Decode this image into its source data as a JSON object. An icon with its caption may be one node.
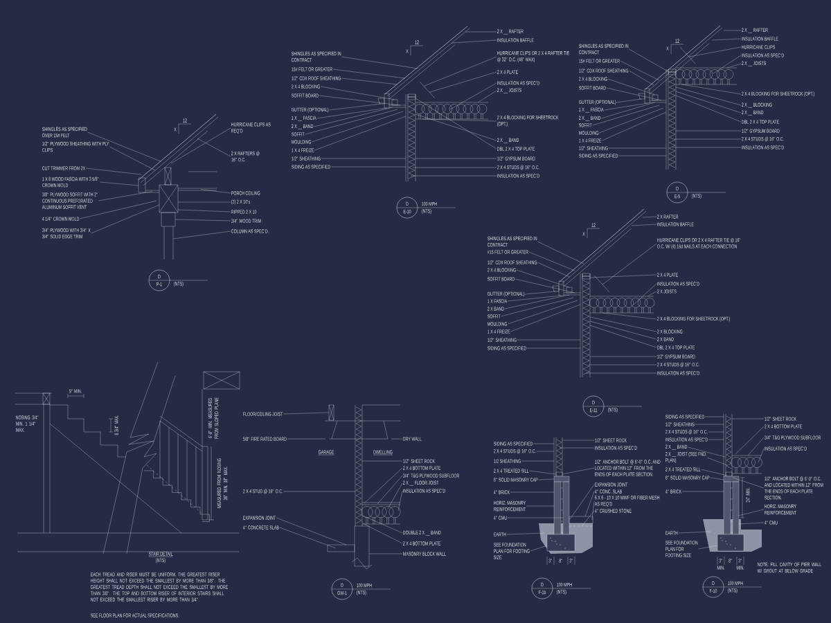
{
  "diagram": {
    "nodes": [
      {
        "text": [
          "SHINGLES AS SPECIFIED OVER 15# FELT"
        ]
      },
      {
        "text": [
          "1/2\" PLYWOOD SHEATHING WITH PLY CLIPS"
        ]
      },
      {
        "text": [
          "CUT TRIMMER FROM 2X"
        ]
      },
      {
        "text": [
          "1 X 8 WOOD FASCIA WITH 3 5/8\" CROWN MOLD"
        ]
      },
      {
        "text": [
          "3/8\" PLYWOOD SOFFIT WITH 2\" CONTINUOUS PREFORATED ALUMINUM SOFFIT VENT"
        ]
      },
      {
        "text": [
          "4 1/4\" CROWN MOLD"
        ]
      },
      {
        "text": [
          "3/4\" PLYWOOD WITH 3/4\" X 3/4\" SOLID EDGE TRIM"
        ]
      },
      {
        "text": [
          "HURRICANE CLIPS AS REQ'D"
        ]
      },
      {
        "text": [
          "2 X RAFTERS @ 16\" O.C."
        ]
      },
      {
        "text": [
          "PORCH CEILING"
        ]
      },
      {
        "text": [
          "(2) 2 X 10's"
        ]
      },
      {
        "text": [
          "RIPPED 2 X 10"
        ]
      },
      {
        "text": [
          "3/4\" WOOD TRIM"
        ]
      },
      {
        "text": [
          "COLUMN AS SPEC'D."
        ]
      },
      {
        "text": [
          "SHINGLES AS SPECIFIED IN CONTRACT"
        ]
      },
      {
        "text": [
          "15# FELT OR GREATER"
        ]
      },
      {
        "text": [
          "1/2\" CDX ROOF SHEATHING"
        ]
      },
      {
        "text": [
          "2 X 4 BLOCKING"
        ]
      },
      {
        "text": [
          "SOFFIT BOARD"
        ]
      },
      {
        "text": [
          "GUTTER (OPTIONAL)"
        ]
      },
      {
        "text": [
          "1 X __ FASCIA"
        ]
      },
      {
        "text": [
          "2 X __ BAND"
        ]
      },
      {
        "text": [
          "SOFFIT"
        ]
      },
      {
        "text": [
          "MOULDING"
        ]
      },
      {
        "text": [
          "1 X 4 FREIZE"
        ]
      },
      {
        "text": [
          "1/2\" SHEATHING"
        ]
      },
      {
        "text": [
          "SIDING AS SPECIFIED"
        ]
      },
      {
        "text": [
          "2 X __ RAFTER"
        ]
      },
      {
        "text": [
          "INSULATION BAFFLE"
        ]
      },
      {
        "text": [
          "HURRICANE CLIPS OR 2 X 4 RAFTER TIE @ 32\" O.C. (48\" MAX)"
        ]
      },
      {
        "text": [
          "2 X 4 PLATE"
        ]
      },
      {
        "text": [
          "INSULATION AS SPEC'D"
        ]
      },
      {
        "text": [
          "2 X __ JOISTS"
        ]
      },
      {
        "text": [
          "2 X 4 BLOCKING FOR SHEETROCK (OPT.)"
        ]
      },
      {
        "text": [
          "2 X __ BAND"
        ]
      },
      {
        "text": [
          "DBL 2 X 4 TOP PLATE"
        ]
      },
      {
        "text": [
          "1/2\" GYPSUM BOARD"
        ]
      },
      {
        "text": [
          "2 X 4 STUDS @ 16\" O.C."
        ]
      },
      {
        "text": [
          "INSULATION AS SPEC'D"
        ]
      },
      {
        "text": [
          "SHINGLES AS SPECIFIED IN CONTRACT"
        ]
      },
      {
        "text": [
          "15# FELT OR GREATER"
        ]
      },
      {
        "text": [
          "1/2\" CDX ROOF SHEATHING"
        ]
      },
      {
        "text": [
          "2 X 4 BLOCKING"
        ]
      },
      {
        "text": [
          "SOFFIT BOARD"
        ]
      },
      {
        "text": [
          "GUTTER (OPTIONAL)"
        ]
      },
      {
        "text": [
          "1 X __ FASCIA"
        ]
      },
      {
        "text": [
          "2 X __ BAND"
        ]
      },
      {
        "text": [
          "SOFFIT"
        ]
      },
      {
        "text": [
          "MOULDING"
        ]
      },
      {
        "text": [
          "1 X 4 FREIZE"
        ]
      },
      {
        "text": [
          "1/2\" SHEATHING"
        ]
      },
      {
        "text": [
          "SIDING AS SPECIFIED"
        ]
      },
      {
        "text": [
          "2 X __ RAFTER"
        ]
      },
      {
        "text": [
          "INSULATION BAFFLE"
        ]
      },
      {
        "text": [
          "HURRICANE CLIPS"
        ]
      },
      {
        "text": [
          "INSULATION AS SPEC'D"
        ]
      },
      {
        "text": [
          "2 X __ JOISTS"
        ]
      },
      {
        "text": [
          "2 X 4 BLOCKING FOR SHEETROCK (OPT.)"
        ]
      },
      {
        "text": [
          "2 X __ BLOCKING"
        ]
      },
      {
        "text": [
          "2 X __ BAND"
        ]
      },
      {
        "text": [
          "DBL 2 X 4 TOP PLATE"
        ]
      },
      {
        "text": [
          "1/2\" GYPSUM BOARD"
        ]
      },
      {
        "text": [
          "2 X 4 STUDS @ 16\" O.C."
        ]
      },
      {
        "text": [
          "INSULATION AS SPEC'D"
        ]
      },
      {
        "text": [
          "SHINGLES AS SPECIFIED IN CONTRACT"
        ]
      },
      {
        "text": [
          "#15 FELT OR GREATER"
        ]
      },
      {
        "text": [
          "1/2\" CDX ROOF SHEATHING"
        ]
      },
      {
        "text": [
          "2 X 4 BLOCKING"
        ]
      },
      {
        "text": [
          "SOFFIT BOARD"
        ]
      },
      {
        "text": [
          "GUTTER (OPTIONAL)"
        ]
      },
      {
        "text": [
          "1 X FASCIA"
        ]
      },
      {
        "text": [
          "2 X BAND"
        ]
      },
      {
        "text": [
          "SOFFIT"
        ]
      },
      {
        "text": [
          "MOULDING"
        ]
      },
      {
        "text": [
          "1 X 4 FREIZE"
        ]
      },
      {
        "text": [
          "1/2\" SHEATHING"
        ]
      },
      {
        "text": [
          "SIDING AS SPECIFIED"
        ]
      },
      {
        "text": [
          "2 X RAFTER"
        ]
      },
      {
        "text": [
          "INSULATION BAFFLE"
        ]
      },
      {
        "text": [
          "HURRICANE CLIPS OR 2 X 4 RAFTER TIE @ 16\" O.C. W/ (4) 16d NAILS AT EACH CONNECTION"
        ]
      },
      {
        "text": [
          "2 X 4 PLATE"
        ]
      },
      {
        "text": [
          "INSULATION AS SPEC'D"
        ]
      },
      {
        "text": [
          "2 X JOISTS"
        ]
      },
      {
        "text": [
          "2 X 4 BLOCKING FOR SHEETROCK (OPT.)"
        ]
      },
      {
        "text": [
          "2 X BLOCKING"
        ]
      },
      {
        "text": [
          "2 X BAND"
        ]
      },
      {
        "text": [
          "DBL 2 X 4 TOP PLATE"
        ]
      },
      {
        "text": [
          "1/2\" GYPSUM BOARD"
        ]
      },
      {
        "text": [
          "2 X 4 STUDS @ 16\" O.C."
        ]
      },
      {
        "text": [
          "INSULATION AS SPEC'D"
        ]
      },
      {
        "text": [
          "FLOOR/CEILING JOIST"
        ]
      },
      {
        "text": [
          "5/8\" FIRE RATED BOARD"
        ]
      },
      {
        "text": [
          "2 X 4 STUD @ 16\" O.C."
        ]
      },
      {
        "text": [
          "EXPANSION JOINT"
        ]
      },
      {
        "text": [
          "4\" CONCRETE SLAB"
        ]
      },
      {
        "text": [
          "DRY WALL"
        ]
      },
      {
        "text": [
          "1/2\" SHEET ROCK"
        ]
      },
      {
        "text": [
          "2 X 4 BOTTOM PLATE"
        ]
      },
      {
        "text": [
          "3/4\" T&G PLYWOOD SUBFLOOR"
        ]
      },
      {
        "text": [
          "2 X __ FLOOR JOIST"
        ]
      },
      {
        "text": [
          "INSULATION AS SPEC'D"
        ]
      },
      {
        "text": [
          "DOUBLE 2 X __ BAND"
        ]
      },
      {
        "text": [
          "2 X 4 BOTTOM PLATE"
        ]
      },
      {
        "text": [
          "MASONRY BLOCK WALL"
        ]
      },
      {
        "text": [
          "SIDING AS SPECIFIED"
        ]
      },
      {
        "text": [
          "2 X 4 STUDS @ 16\" O.C."
        ]
      },
      {
        "text": [
          "1/2 SHEATHING"
        ]
      },
      {
        "text": [
          "2 X 4 TREATED SILL"
        ]
      },
      {
        "text": [
          "8\" SOLID MASONRY CAP"
        ]
      },
      {
        "text": [
          "4\" BRICK"
        ]
      },
      {
        "text": [
          "HORIZ. MASONRY REINFORCEMENT"
        ]
      },
      {
        "text": [
          "4\" CMU"
        ]
      },
      {
        "text": [
          "EARTH"
        ]
      },
      {
        "text": [
          "SEE FOUNDATION PLAN FOR FOOTING SIZE"
        ]
      },
      {
        "text": [
          "1/2\" SHEET ROCK"
        ]
      },
      {
        "text": [
          "INSULATION AS SPEC'D"
        ]
      },
      {
        "text": [
          "1/2\" ANCHOR BOLT @ 6'-0\" O.C. AND LOCATED WITHIN 12\" FROM THE ENDS OF EACH PLATE SECTION."
        ]
      },
      {
        "text": [
          "EXPANSION JOINT"
        ]
      },
      {
        "text": [
          "4\" CONC. SLAB"
        ]
      },
      {
        "text": [
          "6 X 6 - 10 X 10 WWF OR FIBER MESH AS REQ'D"
        ]
      },
      {
        "text": [
          "4\" CRUSHED STONE"
        ]
      },
      {
        "text": [
          "SIDING AS SPECIFIED"
        ]
      },
      {
        "text": [
          "1/2\" SHEATHING"
        ]
      },
      {
        "text": [
          "2 X 4 STUDS @ 16\" O.C."
        ]
      },
      {
        "text": [
          "INSULATION AS SPEC'D"
        ]
      },
      {
        "text": [
          "2 X __ BAND"
        ]
      },
      {
        "text": [
          "2 X __ JOIST (SEE FND. PLAN)"
        ]
      },
      {
        "text": [
          "2 X 4 TREATED SILL"
        ]
      },
      {
        "text": [
          "8\" SOLID MASONRY CAP"
        ]
      },
      {
        "text": [
          "4\" BRICK"
        ]
      },
      {
        "text": [
          "EARTH"
        ]
      },
      {
        "text": [
          "SEE FOUNDATION PLAN FOR FOOTING SIZE"
        ]
      },
      {
        "text": [
          "1/2\" SHEET ROCK"
        ]
      },
      {
        "text": [
          "2 X 4 BOTTOM PLATE"
        ]
      },
      {
        "text": [
          "3/4\" T&G PLYWOOD SUBFLOOR"
        ]
      },
      {
        "text": [
          "INSULATION AS SPEC'D"
        ]
      },
      {
        "text": [
          "1/2\" ANCHOR BOLT @ 6'-0\" O.C. AND LOCATED WITHIN 12\" FROM THE ENDS OF EACH PLATE SECTION."
        ]
      },
      {
        "text": [
          "HORIZ. MASONRY REINFORCEMENT"
        ]
      },
      {
        "text": [
          "4\" CMU"
        ]
      },
      {
        "text": [
          "D",
          "P-1"
        ],
        "beside": [
          "(NTS)"
        ]
      },
      {
        "text": [
          "D",
          "E-10"
        ],
        "beside": [
          "100 MPH",
          "(NTS)"
        ]
      },
      {
        "text": [
          "D",
          "E-5"
        ],
        "beside": [
          "(NTS)"
        ]
      },
      {
        "text": [
          "D",
          "E-11"
        ],
        "beside": [
          "(NTS)"
        ]
      },
      {
        "text": [
          "D",
          "GW-1"
        ],
        "beside": [
          "100 MPH",
          "(NTS)"
        ]
      },
      {
        "text": [
          "D",
          "F-1b"
        ],
        "beside": [
          "100 MPH",
          "(NTS)"
        ]
      },
      {
        "text": [
          "D",
          "F-10"
        ],
        "beside": [
          "100 MPH",
          "(NTS)"
        ]
      },
      {
        "text": [],
        "shape": "picture"
      },
      {
        "text": [],
        "shape": "picture"
      },
      {
        "text": [],
        "shape": "picture"
      },
      {
        "text": [],
        "shape": "picture"
      },
      {
        "text": [],
        "shape": "picture"
      },
      {
        "text": [],
        "shape": "picture"
      },
      {
        "text": [],
        "shape": "picture"
      }
    ],
    "edges": [
      {
        "from": 0,
        "to": 146,
        "arrow": "none"
      },
      {
        "from": 1,
        "to": 146,
        "arrow": "none"
      },
      {
        "from": 2,
        "to": 146,
        "arrow": "none"
      },
      {
        "from": 3,
        "to": 146,
        "arrow": "none"
      },
      {
        "from": 4,
        "to": 146,
        "arrow": "none"
      },
      {
        "from": 5,
        "to": 146,
        "arrow": "none"
      },
      {
        "from": 6,
        "to": 146,
        "arrow": "none"
      },
      {
        "from": 7,
        "to": 146,
        "arrow": "none"
      },
      {
        "from": 8,
        "to": 146,
        "arrow": "none"
      },
      {
        "from": 9,
        "to": 146,
        "arrow": "none"
      },
      {
        "from": 10,
        "to": 146,
        "arrow": "none"
      },
      {
        "from": 11,
        "to": 146,
        "arrow": "none"
      },
      {
        "from": 12,
        "to": 146,
        "arrow": "none"
      },
      {
        "from": 13,
        "to": 146,
        "arrow": "none"
      },
      {
        "from": 14,
        "to": 147,
        "arrow": "none"
      },
      {
        "from": 15,
        "to": 147,
        "arrow": "none"
      },
      {
        "from": 16,
        "to": 147,
        "arrow": "none"
      },
      {
        "from": 17,
        "to": 147,
        "arrow": "none"
      },
      {
        "from": 18,
        "to": 147,
        "arrow": "none"
      },
      {
        "from": 19,
        "to": 147,
        "arrow": "none"
      },
      {
        "from": 20,
        "to": 147,
        "arrow": "none"
      },
      {
        "from": 21,
        "to": 147,
        "arrow": "none"
      },
      {
        "from": 22,
        "to": 147,
        "arrow": "none"
      },
      {
        "from": 23,
        "to": 147,
        "arrow": "none"
      },
      {
        "from": 24,
        "to": 147,
        "arrow": "none"
      },
      {
        "from": 25,
        "to": 147,
        "arrow": "none"
      },
      {
        "from": 26,
        "to": 147,
        "arrow": "none"
      },
      {
        "from": 27,
        "to": 147,
        "arrow": "none"
      },
      {
        "from": 28,
        "to": 147,
        "arrow": "none"
      },
      {
        "from": 29,
        "to": 147,
        "arrow": "none"
      },
      {
        "from": 30,
        "to": 147,
        "arrow": "none"
      },
      {
        "from": 31,
        "to": 147,
        "arrow": "none"
      },
      {
        "from": 32,
        "to": 147,
        "arrow": "none"
      },
      {
        "from": 33,
        "to": 147,
        "arrow": "none"
      },
      {
        "from": 34,
        "to": 147,
        "arrow": "none"
      },
      {
        "from": 35,
        "to": 147,
        "arrow": "none"
      },
      {
        "from": 36,
        "to": 147,
        "arrow": "none"
      },
      {
        "from": 37,
        "to": 147,
        "arrow": "none"
      },
      {
        "from": 38,
        "to": 147,
        "arrow": "none"
      },
      {
        "from": 39,
        "to": 148,
        "arrow": "none"
      },
      {
        "from": 40,
        "to": 148,
        "arrow": "none"
      },
      {
        "from": 41,
        "to": 148,
        "arrow": "none"
      },
      {
        "from": 42,
        "to": 148,
        "arrow": "none"
      },
      {
        "from": 43,
        "to": 148,
        "arrow": "none"
      },
      {
        "from": 44,
        "to": 148,
        "arrow": "none"
      },
      {
        "from": 45,
        "to": 148,
        "arrow": "none"
      },
      {
        "from": 46,
        "to": 148,
        "arrow": "none"
      },
      {
        "from": 47,
        "to": 148,
        "arrow": "none"
      },
      {
        "from": 48,
        "to": 148,
        "arrow": "none"
      },
      {
        "from": 49,
        "to": 148,
        "arrow": "none"
      },
      {
        "from": 50,
        "to": 148,
        "arrow": "none"
      },
      {
        "from": 51,
        "to": 148,
        "arrow": "none"
      },
      {
        "from": 52,
        "to": 148,
        "arrow": "none"
      },
      {
        "from": 53,
        "to": 148,
        "arrow": "none"
      },
      {
        "from": 54,
        "to": 148,
        "arrow": "none"
      },
      {
        "from": 55,
        "to": 148,
        "arrow": "none"
      },
      {
        "from": 56,
        "to": 148,
        "arrow": "none"
      },
      {
        "from": 57,
        "to": 148,
        "arrow": "none"
      },
      {
        "from": 58,
        "to": 148,
        "arrow": "none"
      },
      {
        "from": 59,
        "to": 148,
        "arrow": "none"
      },
      {
        "from": 60,
        "to": 148,
        "arrow": "none"
      },
      {
        "from": 61,
        "to": 148,
        "arrow": "none"
      },
      {
        "from": 62,
        "to": 148,
        "arrow": "none"
      },
      {
        "from": 63,
        "to": 148,
        "arrow": "none"
      },
      {
        "from": 64,
        "to": 149,
        "arrow": "none"
      },
      {
        "from": 65,
        "to": 149,
        "arrow": "none"
      },
      {
        "from": 66,
        "to": 149,
        "arrow": "none"
      },
      {
        "from": 67,
        "to": 149,
        "arrow": "none"
      },
      {
        "from": 68,
        "to": 149,
        "arrow": "none"
      },
      {
        "from": 69,
        "to": 149,
        "arrow": "none"
      },
      {
        "from": 70,
        "to": 149,
        "arrow": "none"
      },
      {
        "from": 71,
        "to": 149,
        "arrow": "none"
      },
      {
        "from": 72,
        "to": 149,
        "arrow": "none"
      },
      {
        "from": 73,
        "to": 149,
        "arrow": "none"
      },
      {
        "from": 74,
        "to": 149,
        "arrow": "none"
      },
      {
        "from": 75,
        "to": 149,
        "arrow": "none"
      },
      {
        "from": 76,
        "to": 149,
        "arrow": "none"
      },
      {
        "from": 77,
        "to": 149,
        "arrow": "none"
      },
      {
        "from": 78,
        "to": 149,
        "arrow": "none"
      },
      {
        "from": 79,
        "to": 149,
        "arrow": "none"
      },
      {
        "from": 80,
        "to": 149,
        "arrow": "none"
      },
      {
        "from": 81,
        "to": 149,
        "arrow": "none"
      },
      {
        "from": 82,
        "to": 149,
        "arrow": "none"
      },
      {
        "from": 83,
        "to": 149,
        "arrow": "none"
      },
      {
        "from": 84,
        "to": 149,
        "arrow": "none"
      },
      {
        "from": 85,
        "to": 149,
        "arrow": "none"
      },
      {
        "from": 86,
        "to": 149,
        "arrow": "none"
      },
      {
        "from": 87,
        "to": 149,
        "arrow": "none"
      },
      {
        "from": 88,
        "to": 149,
        "arrow": "none"
      },
      {
        "from": 89,
        "to": 149,
        "arrow": "none"
      },
      {
        "from": 90,
        "to": 150,
        "arrow": "none"
      },
      {
        "from": 91,
        "to": 150,
        "arrow": "none"
      },
      {
        "from": 92,
        "to": 150,
        "arrow": "none"
      },
      {
        "from": 93,
        "to": 150,
        "arrow": "none"
      },
      {
        "from": 94,
        "to": 150,
        "arrow": "none"
      },
      {
        "from": 95,
        "to": 150,
        "arrow": "none"
      },
      {
        "from": 96,
        "to": 150,
        "arrow": "none"
      },
      {
        "from": 97,
        "to": 150,
        "arrow": "none"
      },
      {
        "from": 98,
        "to": 150,
        "arrow": "none"
      },
      {
        "from": 99,
        "to": 150,
        "arrow": "none"
      },
      {
        "from": 100,
        "to": 150,
        "arrow": "none"
      },
      {
        "from": 101,
        "to": 150,
        "arrow": "none"
      },
      {
        "from": 102,
        "to": 150,
        "arrow": "none"
      },
      {
        "from": 103,
        "to": 150,
        "arrow": "none"
      },
      {
        "from": 104,
        "to": 151,
        "arrow": "none"
      },
      {
        "from": 105,
        "to": 151,
        "arrow": "none"
      },
      {
        "from": 106,
        "to": 151,
        "arrow": "none"
      },
      {
        "from": 107,
        "to": 151,
        "arrow": "none"
      },
      {
        "from": 108,
        "to": 151,
        "arrow": "none"
      },
      {
        "from": 109,
        "to": 151,
        "arrow": "none"
      },
      {
        "from": 110,
        "to": 151,
        "arrow": "none"
      },
      {
        "from": 111,
        "to": 151,
        "arrow": "none"
      },
      {
        "from": 112,
        "to": 151,
        "arrow": "none"
      },
      {
        "from": 113,
        "to": 151,
        "arrow": "none"
      },
      {
        "from": 114,
        "to": 151,
        "arrow": "none"
      },
      {
        "from": 115,
        "to": 151,
        "arrow": "none"
      },
      {
        "from": 116,
        "to": 151,
        "arrow": "none"
      },
      {
        "from": 117,
        "to": 151,
        "arrow": "none"
      },
      {
        "from": 118,
        "to": 151,
        "arrow": "none"
      },
      {
        "from": 119,
        "to": 151,
        "arrow": "none"
      },
      {
        "from": 120,
        "to": 151,
        "arrow": "none"
      },
      {
        "from": 121,
        "to": 152,
        "arrow": "none"
      },
      {
        "from": 122,
        "to": 152,
        "arrow": "none"
      },
      {
        "from": 123,
        "to": 152,
        "arrow": "none"
      },
      {
        "from": 124,
        "to": 152,
        "arrow": "none"
      },
      {
        "from": 125,
        "to": 152,
        "arrow": "none"
      },
      {
        "from": 126,
        "to": 152,
        "arrow": "none"
      },
      {
        "from": 127,
        "to": 152,
        "arrow": "none"
      },
      {
        "from": 128,
        "to": 152,
        "arrow": "none"
      },
      {
        "from": 129,
        "to": 152,
        "arrow": "none"
      },
      {
        "from": 130,
        "to": 152,
        "arrow": "none"
      },
      {
        "from": 131,
        "to": 152,
        "arrow": "none"
      },
      {
        "from": 132,
        "to": 152,
        "arrow": "none"
      },
      {
        "from": 133,
        "to": 152,
        "arrow": "none"
      },
      {
        "from": 134,
        "to": 152,
        "arrow": "none"
      },
      {
        "from": 135,
        "to": 152,
        "arrow": "none"
      },
      {
        "from": 136,
        "to": 152,
        "arrow": "none"
      },
      {
        "from": 137,
        "to": 152,
        "arrow": "none"
      },
      {
        "from": 138,
        "to": 152,
        "arrow": "none"
      }
    ],
    "labels": [
      "12",
      "X",
      "12",
      "X",
      "12",
      "X",
      "12",
      "X",
      "9\" MIN.",
      "NOSING 3/4\" MIN. 1 1/4\" MAX.",
      "8 3/4\" MAX.",
      "6'-8\" MIN. MEASURED FROM SLOPED PLANE",
      "MEASURED FROM NOSING 36\" MIN. 38\" MAX.",
      "STAIR DETAIL",
      "(NTS)",
      "EACH TREAD AND RISER MUST BE UNIFORM. THE GREATEST RISER HEIGHT SHALL NOT EXCEED THE SMALLEST BY MORE THAN 3/8\". THE GREATEST TREAD DEPTH SHALL NOT EXCEED THE SMALLEST BY MORE THAN 3/8\". THE TOP AND BOTTOM RISER OF INTERIOR STAIRS SHALL NOT EXCEED THE SMALLEST RISER BY MORE THAN 3/4\".",
      "SEE FLOOR PLAN FOR ACTUAL SPECIFICATIONS.",
      "GARAGE",
      "DWELLING",
      "3\"",
      "8\"",
      "3\"",
      "24\" MIN.",
      "3\"",
      "8\"",
      "3\"",
      "MIN.",
      "MIN.",
      "NOTE: FILL CAVITY OF PIER WALL W/ GROUT AT BELOW GRADE"
    ]
  }
}
